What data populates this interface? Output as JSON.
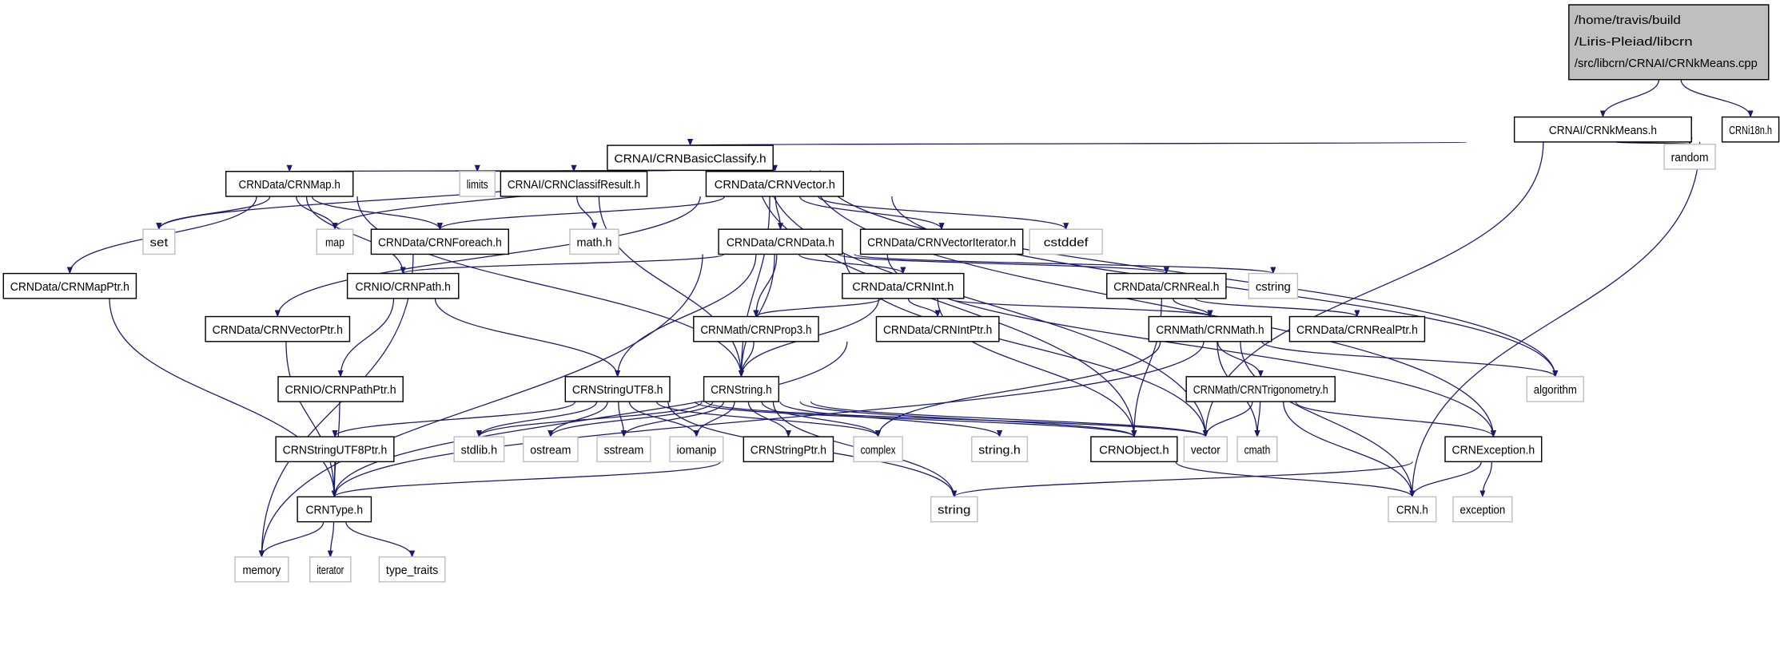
{
  "title": "Include dependency graph",
  "colors": {
    "edge": "#191970",
    "root_fill": "#bfbfbf",
    "node_border": "#000000",
    "system_border": "#bfbfbf"
  },
  "nodes": [
    {
      "id": "root",
      "label": [
        "/home/travis/build",
        "/Liris-Pleiad/libcrn",
        "/src/libcrn/CRNAI/CRNkMeans.cpp"
      ],
      "kind": "root"
    },
    {
      "id": "kmeans",
      "label": [
        "CRNAI/CRNkMeans.h"
      ],
      "kind": "header"
    },
    {
      "id": "i18n",
      "label": [
        "CRNi18n.h"
      ],
      "kind": "header"
    },
    {
      "id": "random",
      "label": [
        "random"
      ],
      "kind": "system"
    },
    {
      "id": "basic",
      "label": [
        "CRNAI/CRNBasicClassify.h"
      ],
      "kind": "header"
    },
    {
      "id": "map_h",
      "label": [
        "CRNData/CRNMap.h"
      ],
      "kind": "header"
    },
    {
      "id": "limits",
      "label": [
        "limits"
      ],
      "kind": "system"
    },
    {
      "id": "classif",
      "label": [
        "CRNAI/CRNClassifResult.h"
      ],
      "kind": "header"
    },
    {
      "id": "vector_h",
      "label": [
        "CRNData/CRNVector.h"
      ],
      "kind": "header"
    },
    {
      "id": "set",
      "label": [
        "set"
      ],
      "kind": "system"
    },
    {
      "id": "map",
      "label": [
        "map"
      ],
      "kind": "system"
    },
    {
      "id": "foreach",
      "label": [
        "CRNData/CRNForeach.h"
      ],
      "kind": "header"
    },
    {
      "id": "mathh",
      "label": [
        "math.h"
      ],
      "kind": "system"
    },
    {
      "id": "data",
      "label": [
        "CRNData/CRNData.h"
      ],
      "kind": "header"
    },
    {
      "id": "vecit",
      "label": [
        "CRNData/CRNVectorIterator.h"
      ],
      "kind": "header"
    },
    {
      "id": "cstddef",
      "label": [
        "cstddef"
      ],
      "kind": "system"
    },
    {
      "id": "mapptr",
      "label": [
        "CRNData/CRNMapPtr.h"
      ],
      "kind": "header"
    },
    {
      "id": "path",
      "label": [
        "CRNIO/CRNPath.h"
      ],
      "kind": "header"
    },
    {
      "id": "int",
      "label": [
        "CRNData/CRNInt.h"
      ],
      "kind": "header"
    },
    {
      "id": "real",
      "label": [
        "CRNData/CRNReal.h"
      ],
      "kind": "header"
    },
    {
      "id": "cstring",
      "label": [
        "cstring"
      ],
      "kind": "system"
    },
    {
      "id": "vecptr",
      "label": [
        "CRNData/CRNVectorPtr.h"
      ],
      "kind": "header"
    },
    {
      "id": "prop3",
      "label": [
        "CRNMath/CRNProp3.h"
      ],
      "kind": "header"
    },
    {
      "id": "intptr",
      "label": [
        "CRNData/CRNIntPtr.h"
      ],
      "kind": "header"
    },
    {
      "id": "math",
      "label": [
        "CRNMath/CRNMath.h"
      ],
      "kind": "header"
    },
    {
      "id": "realptr",
      "label": [
        "CRNData/CRNRealPtr.h"
      ],
      "kind": "header"
    },
    {
      "id": "algorithm",
      "label": [
        "algorithm"
      ],
      "kind": "system"
    },
    {
      "id": "pathptr",
      "label": [
        "CRNIO/CRNPathPtr.h"
      ],
      "kind": "header"
    },
    {
      "id": "utf8",
      "label": [
        "CRNStringUTF8.h"
      ],
      "kind": "header"
    },
    {
      "id": "string_h",
      "label": [
        "CRNString.h"
      ],
      "kind": "header"
    },
    {
      "id": "trig",
      "label": [
        "CRNMath/CRNTrigonometry.h"
      ],
      "kind": "header"
    },
    {
      "id": "utf8ptr",
      "label": [
        "CRNStringUTF8Ptr.h"
      ],
      "kind": "header"
    },
    {
      "id": "stdlib",
      "label": [
        "stdlib.h"
      ],
      "kind": "system"
    },
    {
      "id": "ostream",
      "label": [
        "ostream"
      ],
      "kind": "system"
    },
    {
      "id": "sstream",
      "label": [
        "sstream"
      ],
      "kind": "system"
    },
    {
      "id": "iomanip",
      "label": [
        "iomanip"
      ],
      "kind": "system"
    },
    {
      "id": "strptr",
      "label": [
        "CRNStringPtr.h"
      ],
      "kind": "header"
    },
    {
      "id": "complex",
      "label": [
        "complex"
      ],
      "kind": "system"
    },
    {
      "id": "stringh",
      "label": [
        "string.h"
      ],
      "kind": "system"
    },
    {
      "id": "object",
      "label": [
        "CRNObject.h"
      ],
      "kind": "header"
    },
    {
      "id": "vector",
      "label": [
        "vector"
      ],
      "kind": "system"
    },
    {
      "id": "cmath",
      "label": [
        "cmath"
      ],
      "kind": "system"
    },
    {
      "id": "exc_h",
      "label": [
        "CRNException.h"
      ],
      "kind": "header"
    },
    {
      "id": "type",
      "label": [
        "CRNType.h"
      ],
      "kind": "header"
    },
    {
      "id": "string",
      "label": [
        "string"
      ],
      "kind": "system"
    },
    {
      "id": "crn",
      "label": [
        "CRN.h"
      ],
      "kind": "system"
    },
    {
      "id": "exception",
      "label": [
        "exception"
      ],
      "kind": "system"
    },
    {
      "id": "memory",
      "label": [
        "memory"
      ],
      "kind": "system"
    },
    {
      "id": "iterator",
      "label": [
        "iterator"
      ],
      "kind": "system"
    },
    {
      "id": "type_traits",
      "label": [
        "type_traits"
      ],
      "kind": "system"
    }
  ],
  "edges": [
    [
      "root",
      "kmeans"
    ],
    [
      "root",
      "i18n"
    ],
    [
      "kmeans",
      "basic"
    ],
    [
      "kmeans",
      "random"
    ],
    [
      "kmeans",
      "vector"
    ],
    [
      "i18n",
      "crn"
    ],
    [
      "basic",
      "set"
    ],
    [
      "basic",
      "map"
    ],
    [
      "basic",
      "map_h"
    ],
    [
      "basic",
      "limits"
    ],
    [
      "basic",
      "classif"
    ],
    [
      "basic",
      "vector_h"
    ],
    [
      "basic",
      "algorithm"
    ],
    [
      "basic",
      "vector"
    ],
    [
      "basic",
      "exc_h"
    ],
    [
      "basic",
      "object"
    ],
    [
      "map_h",
      "set"
    ],
    [
      "map_h",
      "map"
    ],
    [
      "map_h",
      "foreach"
    ],
    [
      "map_h",
      "mapptr"
    ],
    [
      "map_h",
      "path"
    ],
    [
      "map_h",
      "string_h"
    ],
    [
      "classif",
      "mathh"
    ],
    [
      "classif",
      "string_h"
    ],
    [
      "vector_h",
      "foreach"
    ],
    [
      "vector_h",
      "data"
    ],
    [
      "vector_h",
      "vecit"
    ],
    [
      "vector_h",
      "cstddef"
    ],
    [
      "vector_h",
      "algorithm"
    ],
    [
      "vector_h",
      "vecptr"
    ],
    [
      "vector_h",
      "string_h"
    ],
    [
      "foreach",
      "memory"
    ],
    [
      "data",
      "path"
    ],
    [
      "data",
      "int"
    ],
    [
      "data",
      "real"
    ],
    [
      "data",
      "cstring"
    ],
    [
      "data",
      "exc_h"
    ],
    [
      "data",
      "memory"
    ],
    [
      "data",
      "vector"
    ],
    [
      "data",
      "prop3"
    ],
    [
      "data",
      "string_h"
    ],
    [
      "data",
      "utf8"
    ],
    [
      "mapptr",
      "type"
    ],
    [
      "path",
      "pathptr"
    ],
    [
      "path",
      "utf8"
    ],
    [
      "int",
      "prop3"
    ],
    [
      "int",
      "intptr"
    ],
    [
      "int",
      "math"
    ],
    [
      "int",
      "object"
    ],
    [
      "int",
      "string_h"
    ],
    [
      "real",
      "math"
    ],
    [
      "real",
      "realptr"
    ],
    [
      "real",
      "object"
    ],
    [
      "vecptr",
      "type"
    ],
    [
      "prop3",
      "string_h"
    ],
    [
      "intptr",
      "type"
    ],
    [
      "math",
      "complex"
    ],
    [
      "math",
      "trig"
    ],
    [
      "math",
      "algorithm"
    ],
    [
      "math",
      "cmath"
    ],
    [
      "math",
      "crn"
    ],
    [
      "realptr",
      "type"
    ],
    [
      "pathptr",
      "type"
    ],
    [
      "utf8",
      "utf8ptr"
    ],
    [
      "utf8",
      "stdlib"
    ],
    [
      "utf8",
      "ostream"
    ],
    [
      "utf8",
      "sstream"
    ],
    [
      "utf8",
      "iomanip"
    ],
    [
      "utf8",
      "complex"
    ],
    [
      "utf8",
      "object"
    ],
    [
      "utf8",
      "vector"
    ],
    [
      "utf8",
      "string"
    ],
    [
      "string_h",
      "stdlib"
    ],
    [
      "string_h",
      "ostream"
    ],
    [
      "string_h",
      "sstream"
    ],
    [
      "string_h",
      "iomanip"
    ],
    [
      "string_h",
      "strptr"
    ],
    [
      "string_h",
      "complex"
    ],
    [
      "string_h",
      "stringh"
    ],
    [
      "string_h",
      "string"
    ],
    [
      "string_h",
      "object"
    ],
    [
      "string_h",
      "vector"
    ],
    [
      "trig",
      "vector"
    ],
    [
      "trig",
      "cmath"
    ],
    [
      "trig",
      "crn"
    ],
    [
      "trig",
      "exc_h"
    ],
    [
      "utf8ptr",
      "type"
    ],
    [
      "strptr",
      "type"
    ],
    [
      "object",
      "crn"
    ],
    [
      "exc_h",
      "string"
    ],
    [
      "exc_h",
      "crn"
    ],
    [
      "exc_h",
      "exception"
    ],
    [
      "type",
      "memory"
    ],
    [
      "type",
      "iterator"
    ],
    [
      "type",
      "type_traits"
    ]
  ]
}
